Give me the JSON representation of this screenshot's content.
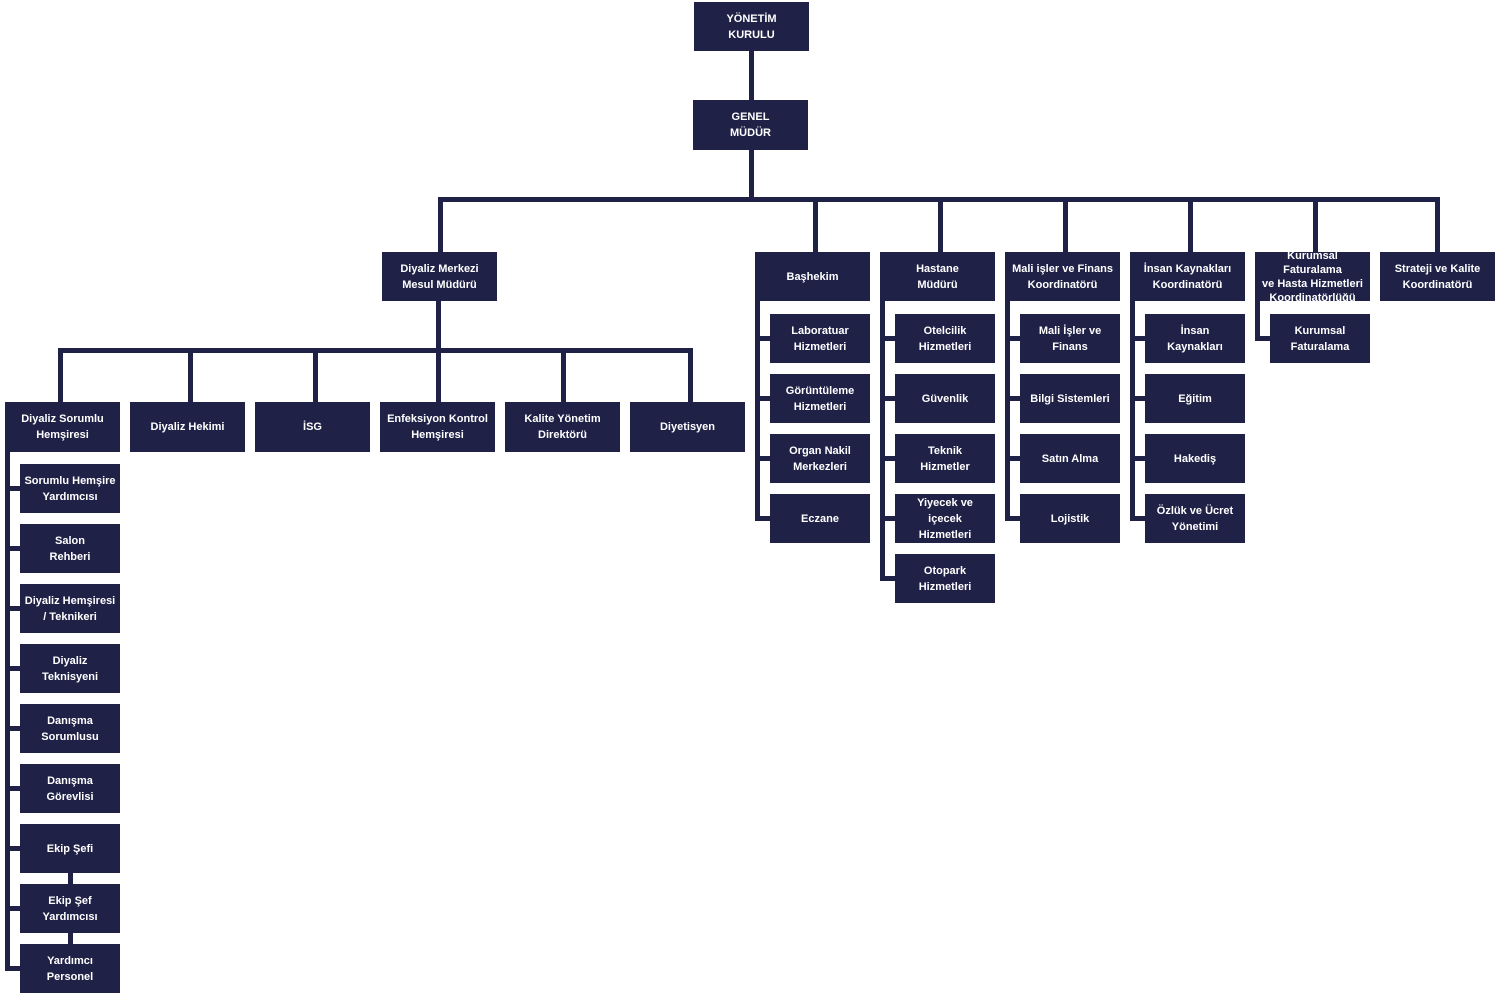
{
  "colors": {
    "node": "#1f2147",
    "line": "#1f2147",
    "text": "#ffffff"
  },
  "nodes": {
    "board": "YÖNETİM\nKURULU",
    "gm": "GENEL\nMÜDÜR",
    "dialysis_manager": "Diyaliz Merkezi\nMesul Müdürü",
    "chief_physician": "Başhekim",
    "hospital_manager": "Hastane\nMüdürü",
    "finance_coord": "Mali işler ve Finans\nKoordinatörü",
    "hr_coord": "İnsan Kaynakları\nKoordinatörü",
    "billing_coord": "Kurumsal Faturalama\nve Hasta Hizmetleri\nKoordinatörlüğü",
    "strategy_coord": "Strateji ve Kalite\nKoordinatörü",
    "dialysis_nurse": "Diyaliz Sorumlu\nHemşiresi",
    "dialysis_doctor": "Diyaliz Hekimi",
    "isg": "İSG",
    "infection_nurse": "Enfeksiyon Kontrol\nHemşiresi",
    "quality_director": "Kalite Yönetim\nDirektörü",
    "dietitian": "Diyetisyen"
  },
  "nurse_children": [
    "Sorumlu Hemşire\nYardımcısı",
    "Salon\nRehberi",
    "Diyaliz Hemşiresi\n/ Teknikeri",
    "Diyaliz\nTeknisyeni",
    "Danışma\nSorumlusu",
    "Danışma\nGörevlisi",
    "Ekip Şefi",
    "Ekip Şef\nYardımcısı",
    "Yardımcı\nPersonel"
  ],
  "chief_children": [
    "Laboratuar\nHizmetleri",
    "Görüntüleme\nHizmetleri",
    "Organ Nakil\nMerkezleri",
    "Eczane"
  ],
  "hospital_children": [
    "Otelcilik\nHizmetleri",
    "Güvenlik",
    "Teknik\nHizmetler",
    "Yiyecek ve içecek\nHizmetleri",
    "Otopark\nHizmetleri"
  ],
  "finance_children": [
    "Mali İşler ve\nFinans",
    "Bilgi Sistemleri",
    "Satın Alma",
    "Lojistik"
  ],
  "hr_children": [
    "İnsan\nKaynakları",
    "Eğitim",
    "Hakediş",
    "Özlük ve Ücret\nYönetimi"
  ],
  "billing_children": [
    "Kurumsal\nFaturalama"
  ]
}
